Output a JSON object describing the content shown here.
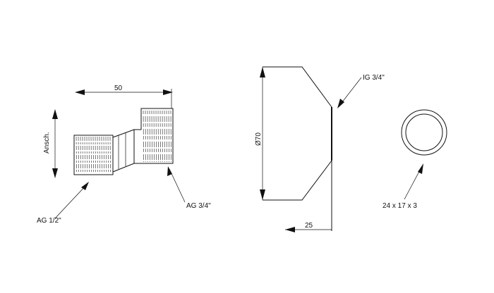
{
  "drawing": {
    "labels": {
      "length": "50",
      "height": "Ansch.",
      "thread_inlet": "AG 1/2\"",
      "thread_outlet": "AG 3/4\"",
      "inner_thread": "IG 3/4\"",
      "diameter": "Ø70",
      "depth": "25",
      "seal": "24 x 17 x 3"
    },
    "colors": {
      "line": "#111111",
      "background": "#ffffff"
    }
  }
}
